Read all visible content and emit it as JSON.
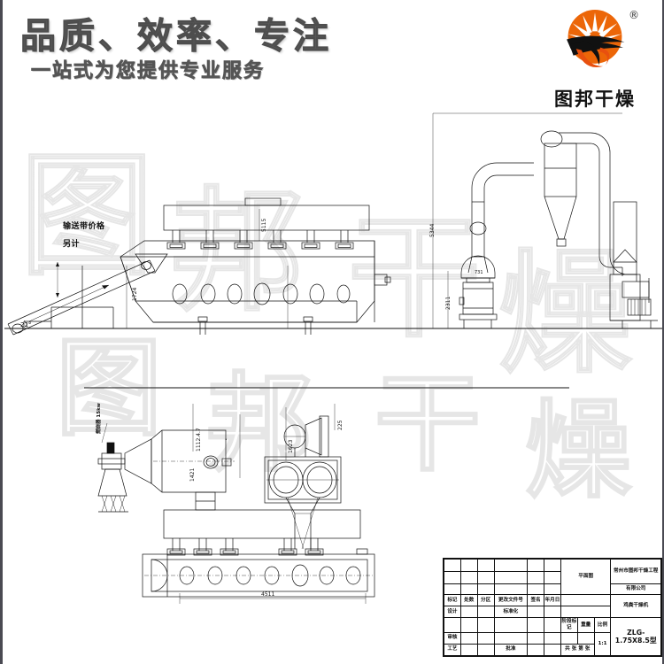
{
  "banner": {
    "headline": "品质、效率、专注",
    "subhead": "一站式为您提供专业服务"
  },
  "logo": {
    "name": "图邦干燥",
    "registered_mark": "®",
    "icon": "sun-burst-logo",
    "colors": {
      "orange": "#f07a0e",
      "red_orange": "#e8500f",
      "black": "#1a1a1a"
    }
  },
  "watermark": {
    "text": "图邦干燥",
    "chars": [
      "图",
      "邦",
      "干",
      "燥"
    ]
  },
  "drawing": {
    "elevation_view": {
      "conveyor_note": "输送带价格\n另计",
      "conveyor_note_line1": "输送带价格",
      "conveyor_note_line2": "另计",
      "conveyor_angle": "22°",
      "height_to_inlet": "1724",
      "bed_top_height": "5115",
      "tower_total_height": "5344",
      "cyclone_height": "2311",
      "hood_label": "731"
    },
    "plan_view": {
      "air_heater_label": "燃烧器 15kw",
      "duct_length": "1112.4.7",
      "vessel_width": "1421",
      "fan_offset": "1623",
      "outlet_width": "225",
      "overall_length": "4511"
    }
  },
  "title_block": {
    "change_headers": [
      "标记",
      "处数",
      "分区",
      "更改文件号",
      "签名",
      "年月日"
    ],
    "row_labels": [
      "设计",
      "审核",
      "工艺"
    ],
    "row_mid_labels": [
      "标准化",
      "",
      "批准"
    ],
    "stage_header": "阶段标记",
    "weight_header": "重量",
    "scale_header": "比例",
    "scale_value": "1:1",
    "sheet_row": "共    张  第    张",
    "view_name": "平面图",
    "company_line1": "常州市图邦干燥工程",
    "company_line2": "有限公司",
    "product_name": "鸡粪干燥机",
    "model": "ZLG-1.75X8.5型"
  }
}
